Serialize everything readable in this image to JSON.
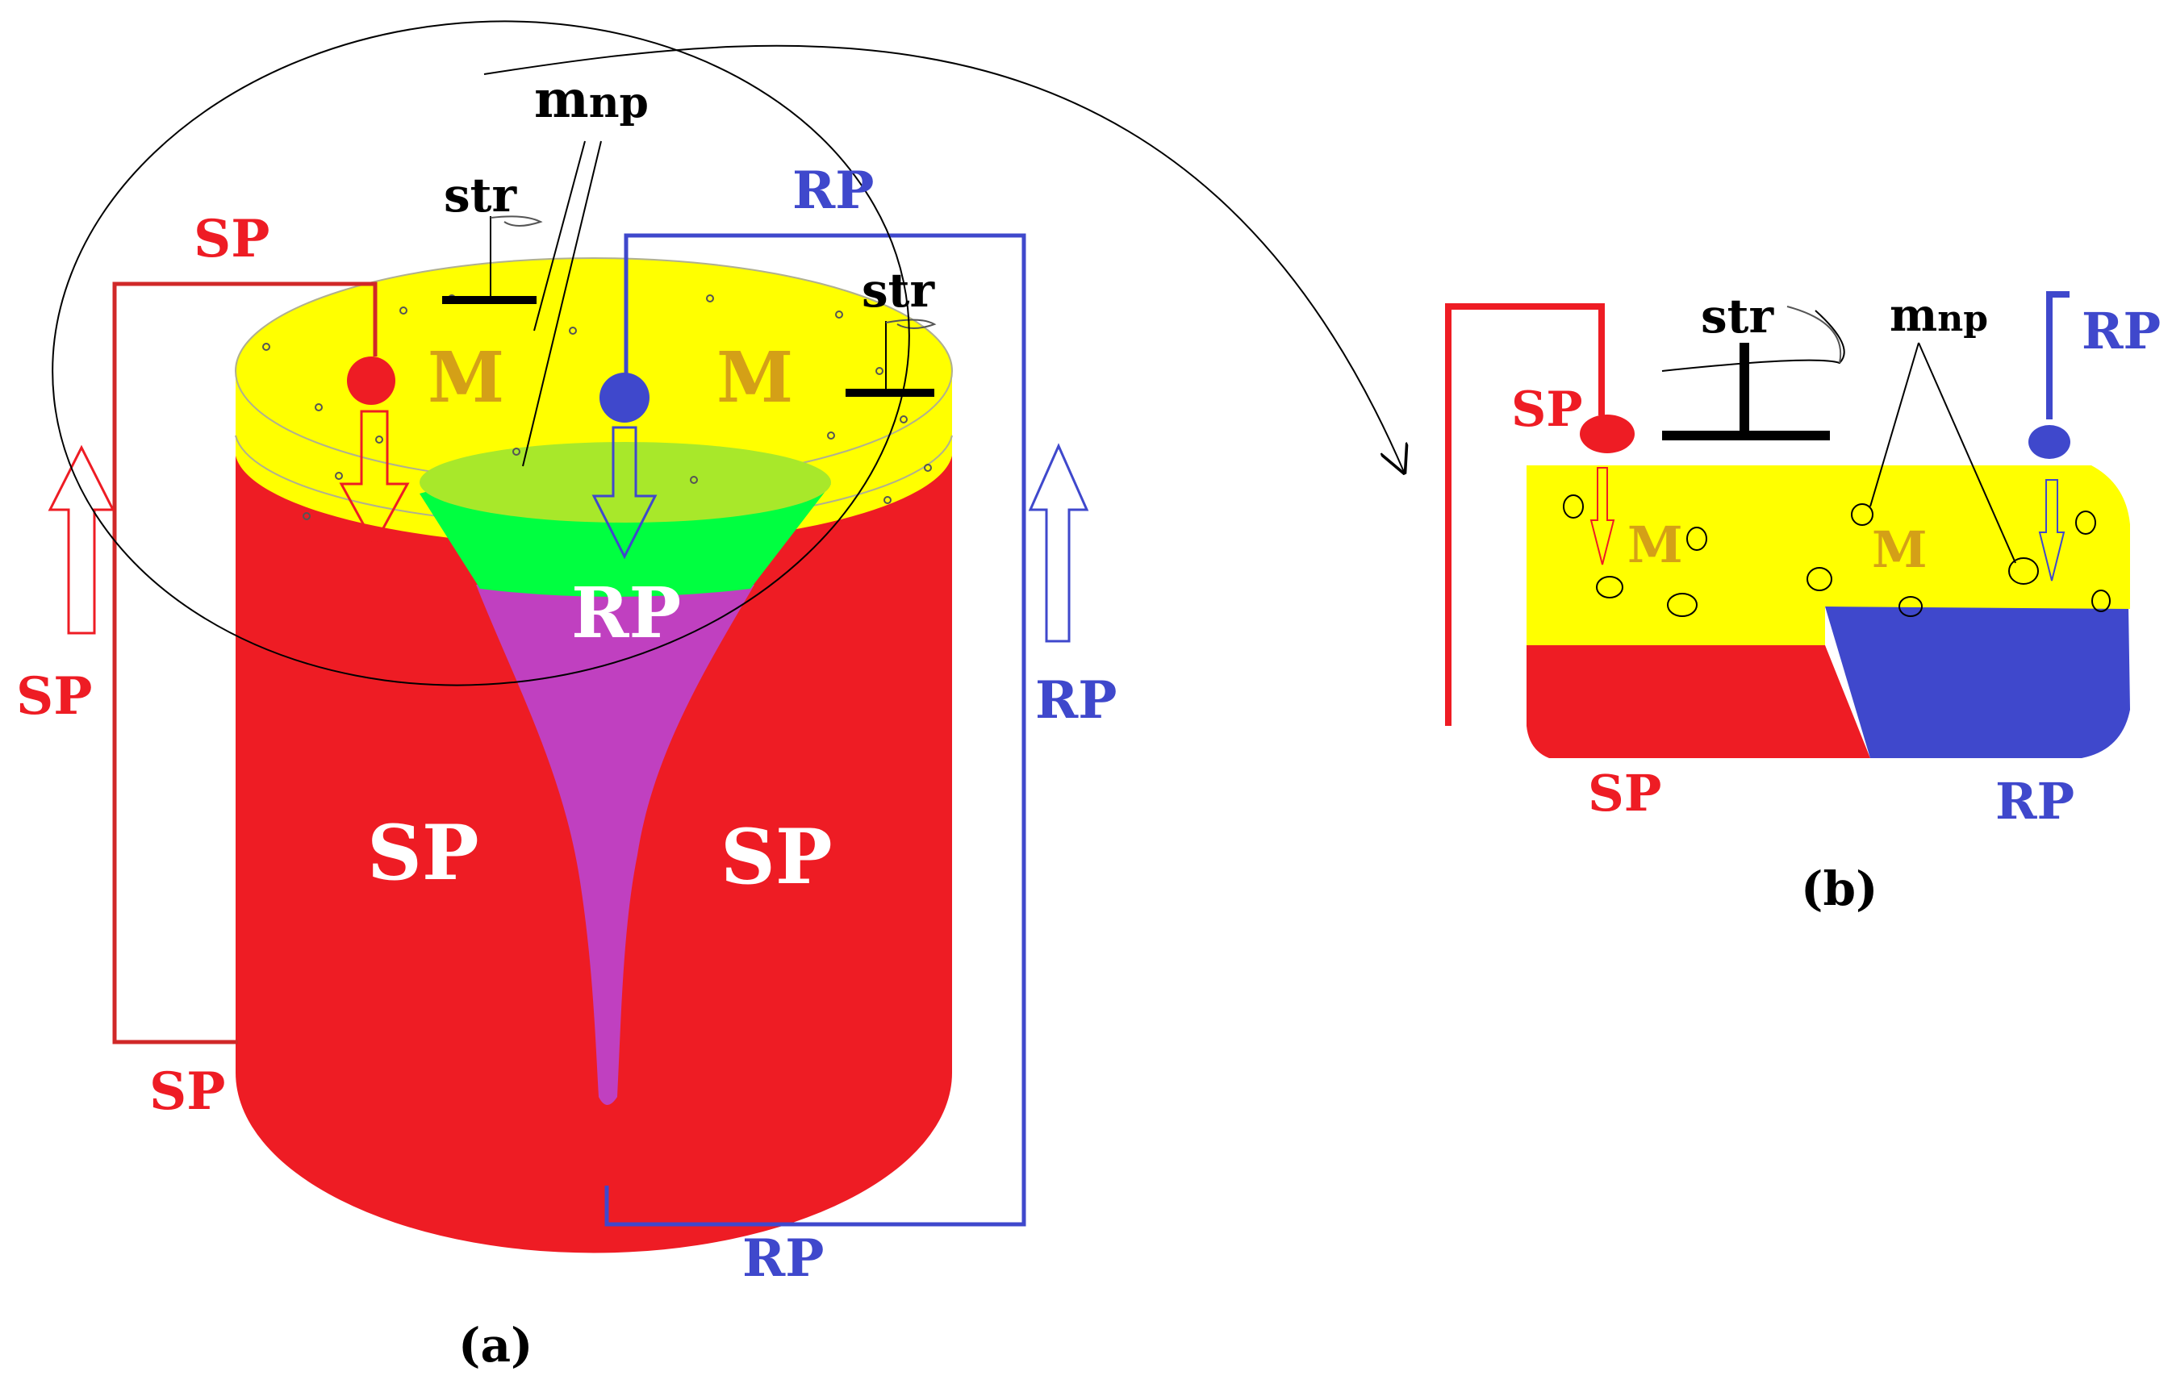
{
  "panel_a": {
    "caption": "(a)",
    "labels": {
      "mnp_big": "m",
      "mnp_small": "np",
      "str_left": "str",
      "str_right": "str",
      "sp_pipe_top": "SP",
      "rp_pipe_top": "RP",
      "m_left": "M",
      "m_right": "M",
      "rp_core": "RP",
      "sp_body_left": "SP",
      "sp_body_right": "SP",
      "sp_arrow_left": "SP",
      "rp_arrow_right": "RP",
      "sp_pipe_bottom": "SP",
      "rp_pipe_bottom": "RP"
    }
  },
  "panel_b": {
    "caption": "(b)",
    "labels": {
      "str": "str",
      "mnp_big": "m",
      "mnp_small": "np",
      "rp_inlet": "RP",
      "sp_inlet": "SP",
      "m_left": "M",
      "m_right": "M",
      "sp_bottom": "SP",
      "rp_bottom": "RP"
    }
  },
  "colors": {
    "sp": "#ee1c24",
    "rp": "#3f48cc",
    "matrix": "#ffff00",
    "mixing": "#00ff40",
    "core": "#c040c0",
    "m_label": "#d4a017"
  }
}
